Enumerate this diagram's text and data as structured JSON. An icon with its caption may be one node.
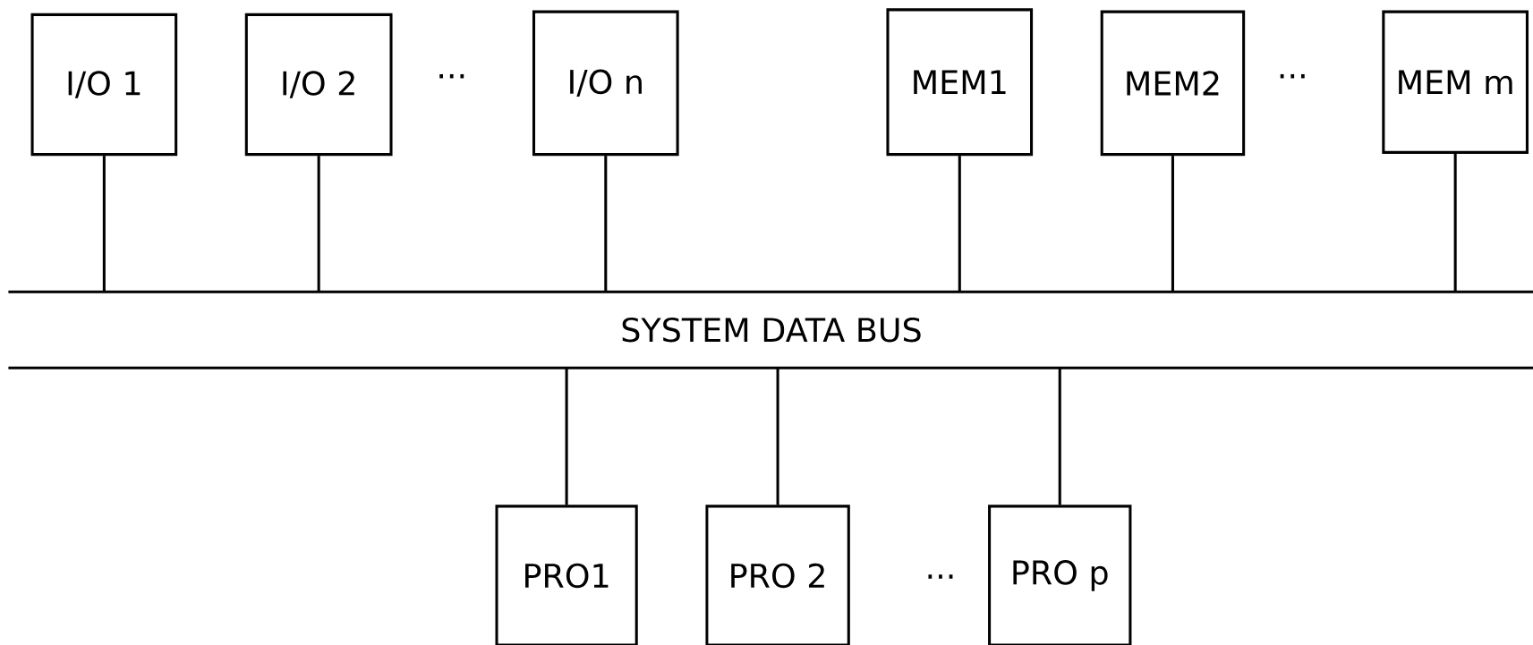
{
  "diagram": {
    "nodes": [
      {
        "text": [
          "I/O 1"
        ]
      },
      {
        "text": [
          "I/O 2"
        ]
      },
      {
        "text": [
          "I/O n"
        ]
      },
      {
        "text": [
          "MEM1"
        ]
      },
      {
        "text": [
          "MEM2"
        ]
      },
      {
        "text": [
          "MEM m"
        ]
      },
      {
        "text": [
          "SYSTEM DATA BUS"
        ]
      },
      {
        "text": [
          "PRO1"
        ]
      },
      {
        "text": [
          "PRO 2"
        ]
      },
      {
        "text": [
          "PRO p"
        ]
      }
    ],
    "edges": [
      {
        "from": 0,
        "to": 6,
        "arrow": "none"
      },
      {
        "from": 1,
        "to": 6,
        "arrow": "none"
      },
      {
        "from": 2,
        "to": 6,
        "arrow": "none"
      },
      {
        "from": 3,
        "to": 6,
        "arrow": "none"
      },
      {
        "from": 4,
        "to": 6,
        "arrow": "none"
      },
      {
        "from": 5,
        "to": 6,
        "arrow": "none"
      },
      {
        "from": 7,
        "to": 6,
        "arrow": "none"
      },
      {
        "from": 8,
        "to": 6,
        "arrow": "none"
      },
      {
        "from": 9,
        "to": 6,
        "arrow": "none"
      }
    ],
    "labels": [
      "...",
      "...",
      "..."
    ]
  }
}
